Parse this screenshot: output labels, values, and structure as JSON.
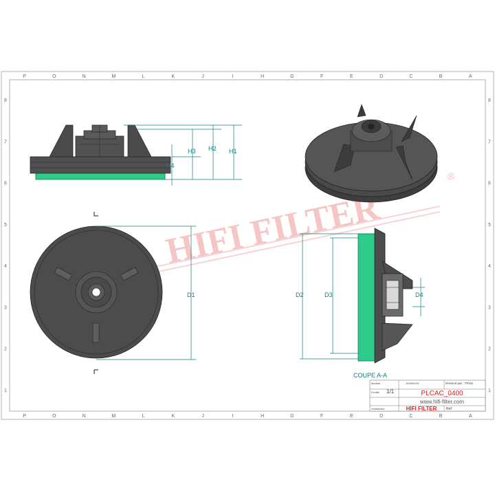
{
  "sheet": {
    "col_labels": [
      "P",
      "O",
      "N",
      "M",
      "L",
      "K",
      "J",
      "I",
      "H",
      "G",
      "F",
      "E",
      "D",
      "C",
      "B",
      "A"
    ],
    "row_labels": [
      "8",
      "7",
      "6",
      "5",
      "4",
      "3",
      "2",
      "1"
    ]
  },
  "watermark": {
    "text": "HIFI FILTER",
    "mark": "®"
  },
  "dims": {
    "h1": "H1",
    "h2": "H2",
    "h3": "H3",
    "h4": "H4",
    "d1": "D1",
    "d2": "D2",
    "d3": "D3",
    "d4": "D4"
  },
  "section": {
    "label": "COUPE A-A"
  },
  "title_block": {
    "modele_label": "Modèle",
    "date_value": "10/06/2021",
    "dessine_label": "Dessiné par : TRHU",
    "feuille_label": "Feuille",
    "feuille_value": "1/1",
    "part_number": "PLCAC_0400",
    "website": "www.hifi-filter.com",
    "solidworks_label": "Solidworks",
    "brand": "HIFI FILTER",
    "ref_label": "Ref:"
  },
  "colors": {
    "frame": "#999999",
    "dimension": "#0f7f7f",
    "body_dark": "#4a4a4a",
    "filter_media": "#2ecc8a",
    "watermark": "#f2b8b8",
    "brand_red": "#dd2222"
  }
}
